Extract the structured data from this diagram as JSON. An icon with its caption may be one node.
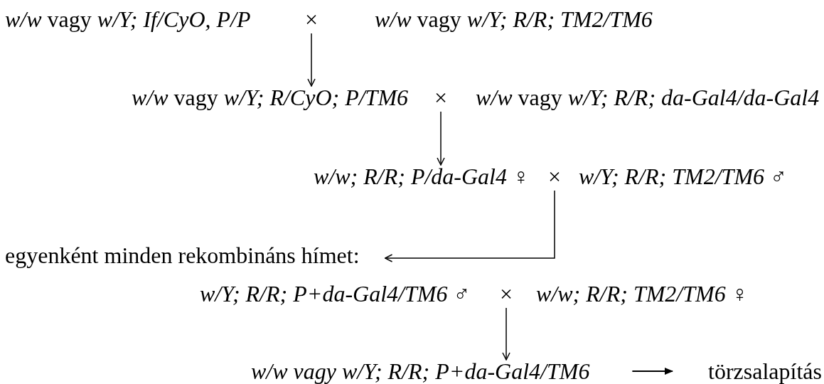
{
  "diagram": {
    "nodes": [
      {
        "text": [
          "*w/w* vagy *w/Y; If/CyO, P/P*"
        ]
      },
      {
        "text": [
          "×"
        ]
      },
      {
        "text": [
          "*w/w* vagy *w/Y; R/R; TM2/TM6*"
        ]
      },
      {
        "text": [
          "*w/w* vagy *w/Y; R/CyO; P/TM6*"
        ]
      },
      {
        "text": [
          "×"
        ]
      },
      {
        "text": [
          "*w/w* vagy *w/Y; R/R; da-Gal4/da-Gal4*"
        ]
      },
      {
        "text": [
          "*w/w; R/R; P/da-Gal4* ♀"
        ]
      },
      {
        "text": [
          "×"
        ]
      },
      {
        "text": [
          "*w/Y; R/R; TM2/TM6* ♂"
        ]
      },
      {
        "text": [
          "egyenként minden rekombináns hímet:"
        ]
      },
      {
        "text": [
          "*w/Y; R/R; P+da-Gal4/TM6* ♂"
        ]
      },
      {
        "text": [
          "×"
        ]
      },
      {
        "text": [
          "*w/w; R/R; TM2/TM6* ♀"
        ]
      },
      {
        "text": [
          "w/w vagy w/Y; R/R; P+da-Gal4/TM6"
        ]
      },
      {
        "text": [
          "törzsalapítás"
        ]
      }
    ],
    "edges": [
      {
        "from": 1,
        "to": 3,
        "arrow": "to"
      },
      {
        "from": 4,
        "to": 6,
        "arrow": "to"
      },
      {
        "from": 7,
        "to": 9,
        "arrow": "to"
      },
      {
        "from": 11,
        "to": 13,
        "arrow": "to"
      },
      {
        "from": 13,
        "to": 14,
        "arrow": "to"
      }
    ]
  }
}
